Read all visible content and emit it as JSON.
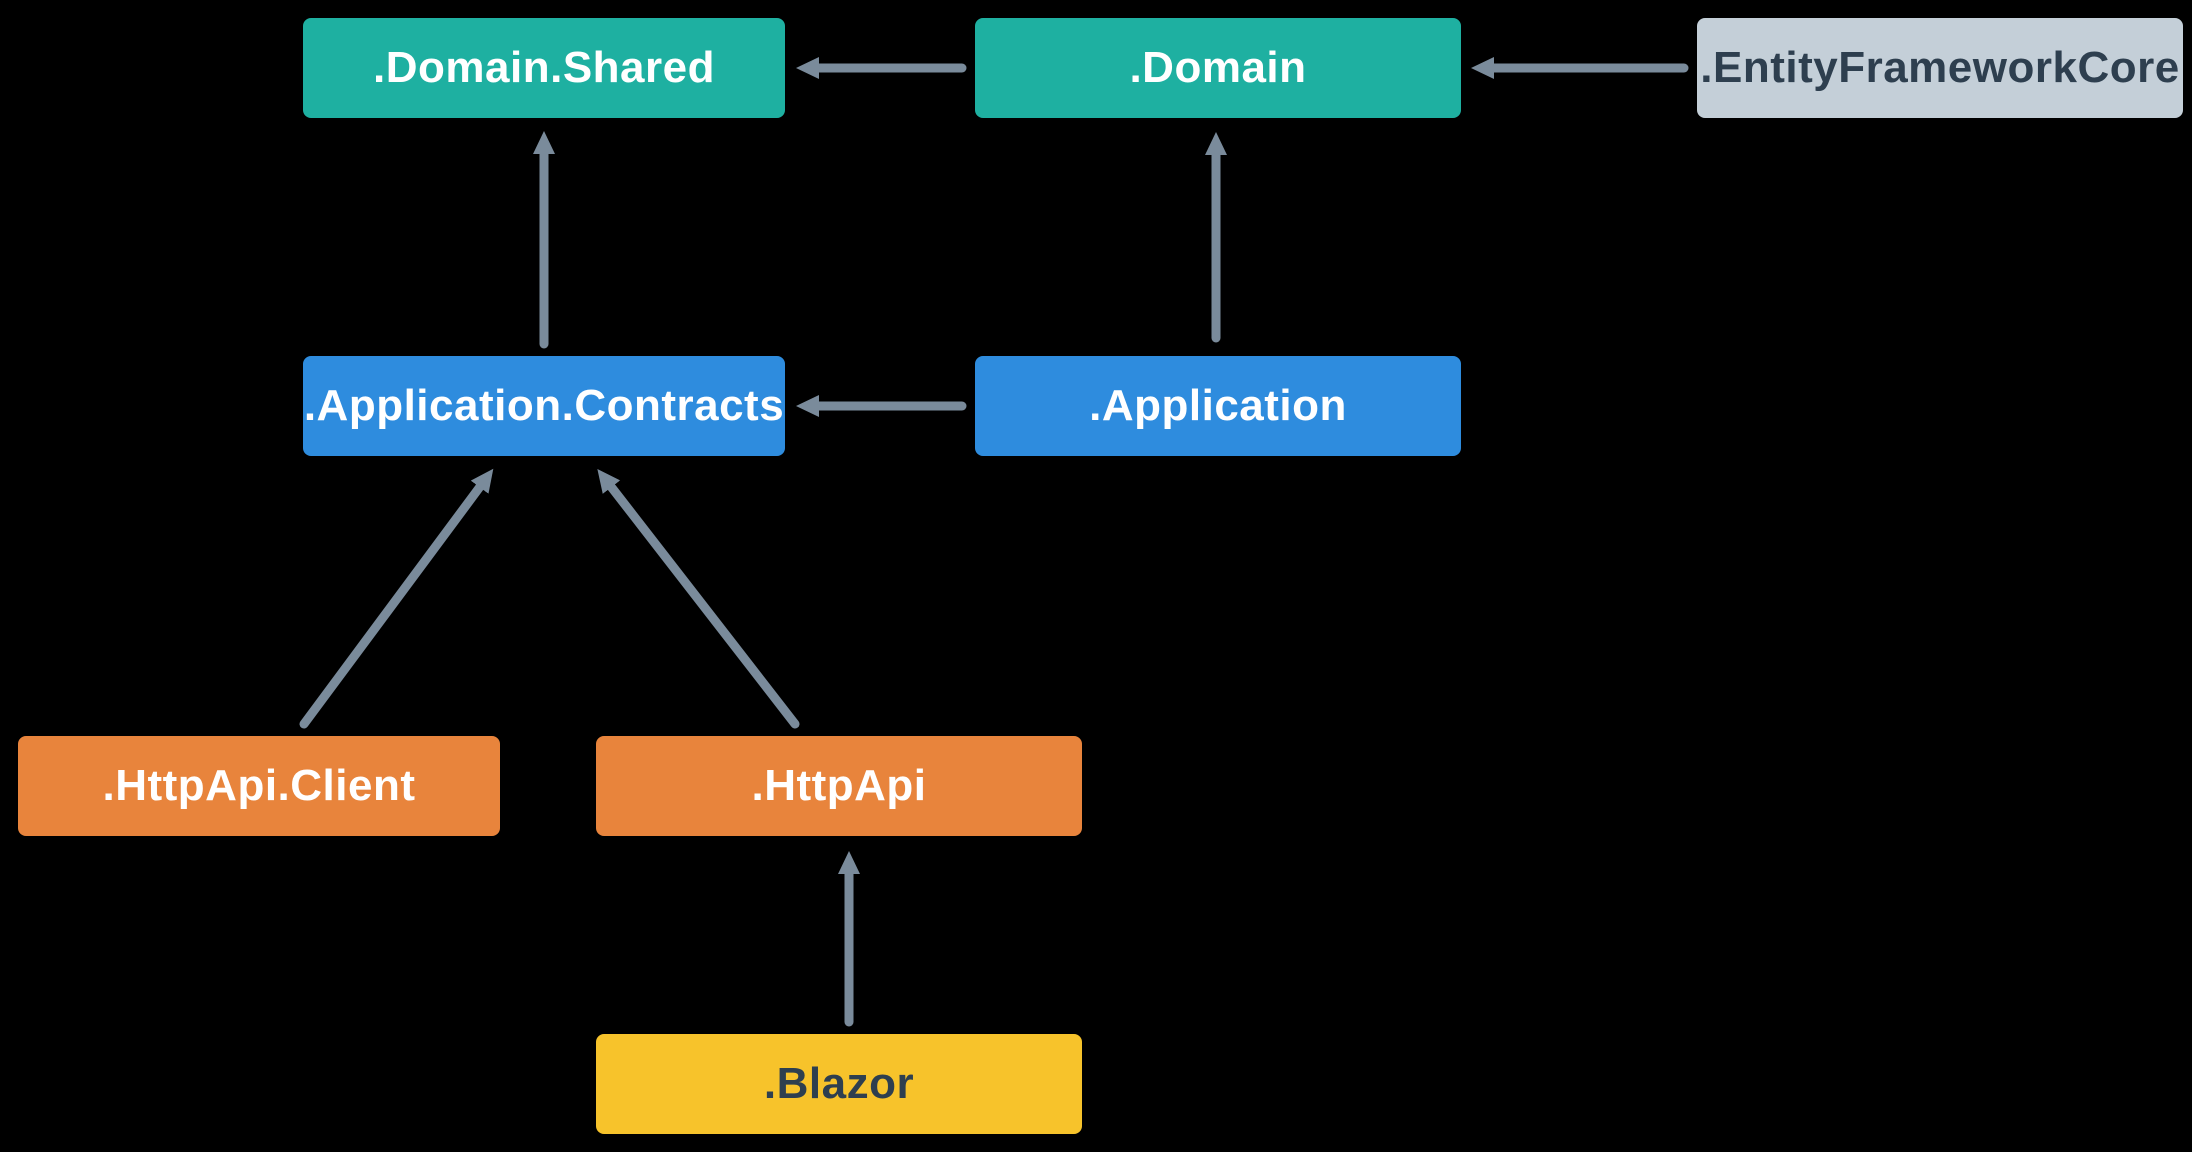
{
  "diagram": {
    "type": "dependency-diagram",
    "background_color": "#000000",
    "arrow_color": "#7A8B9B",
    "nodes": [
      {
        "id": "domain-shared",
        "label": ".Domain.Shared",
        "fill": "#1EB0A1",
        "text_color": "#FFFFFF"
      },
      {
        "id": "domain",
        "label": ".Domain",
        "fill": "#1EB0A1",
        "text_color": "#FFFFFF"
      },
      {
        "id": "entity-framework-core",
        "label": ".EntityFrameworkCore",
        "fill": "#C4CFD8",
        "text_color": "#2E3F4F"
      },
      {
        "id": "application-contracts",
        "label": ".Application.Contracts",
        "fill": "#2E8CDE",
        "text_color": "#FFFFFF"
      },
      {
        "id": "application",
        "label": ".Application",
        "fill": "#2E8CDE",
        "text_color": "#FFFFFF"
      },
      {
        "id": "httpapi-client",
        "label": ".HttpApi.Client",
        "fill": "#E8843C",
        "text_color": "#FFFFFF"
      },
      {
        "id": "httpapi",
        "label": ".HttpApi",
        "fill": "#E8843C",
        "text_color": "#FFFFFF"
      },
      {
        "id": "blazor",
        "label": ".Blazor",
        "fill": "#F7C32B",
        "text_color": "#2E3F4F"
      }
    ],
    "edges": [
      {
        "from": "domain",
        "to": "domain-shared"
      },
      {
        "from": "entity-framework-core",
        "to": "domain"
      },
      {
        "from": "application-contracts",
        "to": "domain-shared"
      },
      {
        "from": "application",
        "to": "domain"
      },
      {
        "from": "application",
        "to": "application-contracts"
      },
      {
        "from": "httpapi-client",
        "to": "application-contracts"
      },
      {
        "from": "httpapi",
        "to": "application-contracts"
      },
      {
        "from": "blazor",
        "to": "httpapi"
      }
    ]
  }
}
